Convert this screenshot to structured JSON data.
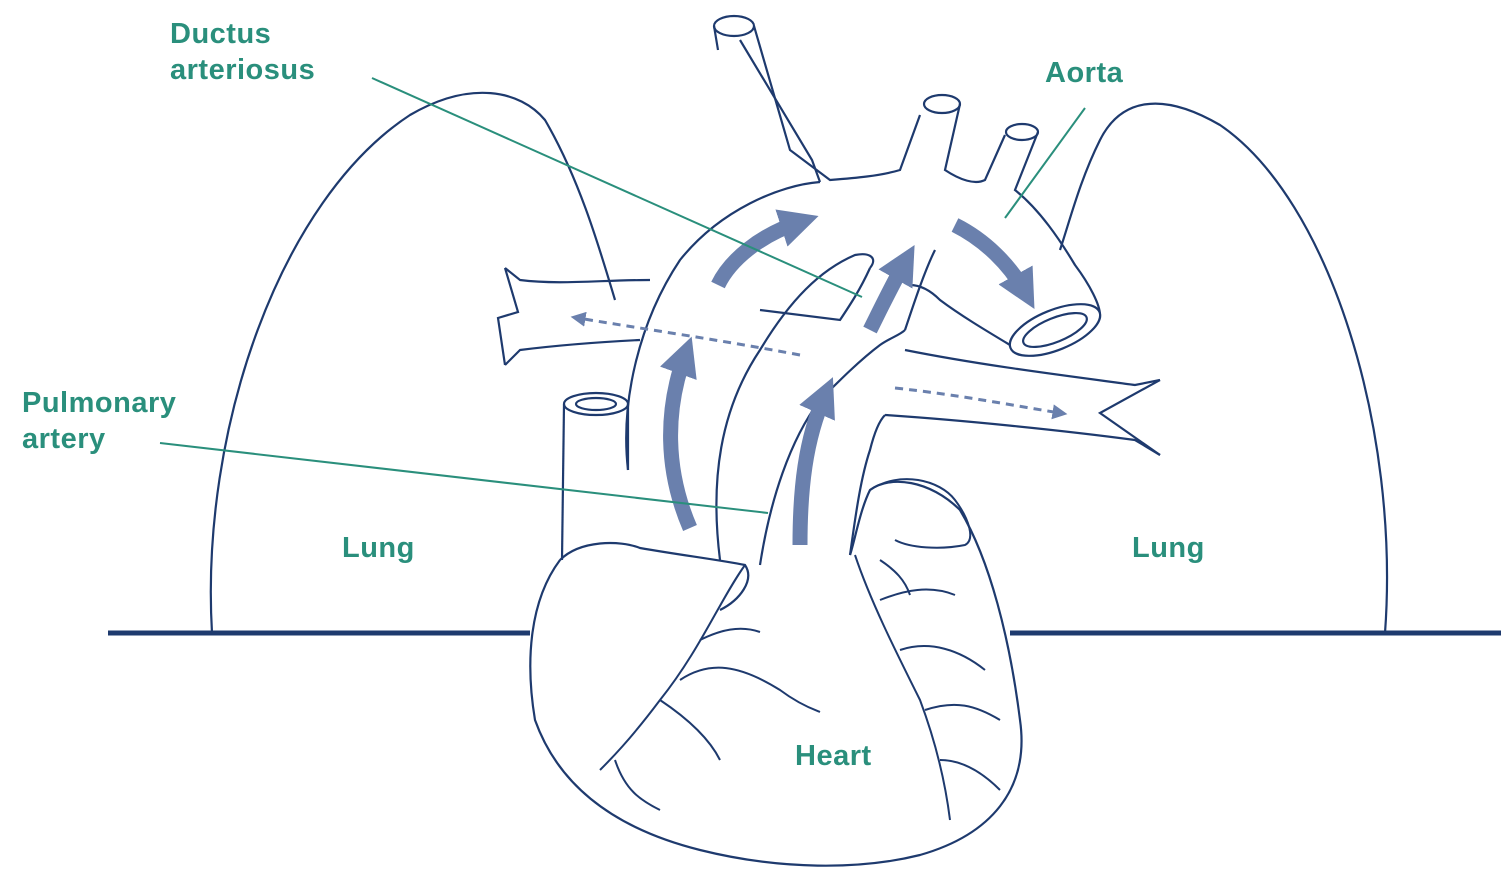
{
  "colors": {
    "label_text": "#2a8f7c",
    "leader_line": "#2a8f7c",
    "outline": "#1e3a6e",
    "flow_arrow": "#6a80ad",
    "baseline": "#1e3a6e",
    "background": "#ffffff"
  },
  "labels": {
    "ductus": {
      "line1": "Ductus",
      "line2": "arteriosus"
    },
    "aorta": "Aorta",
    "pulmonary": {
      "line1": "Pulmonary",
      "line2": "artery"
    },
    "lung_left": "Lung",
    "lung_right": "Lung",
    "heart": "Heart"
  }
}
